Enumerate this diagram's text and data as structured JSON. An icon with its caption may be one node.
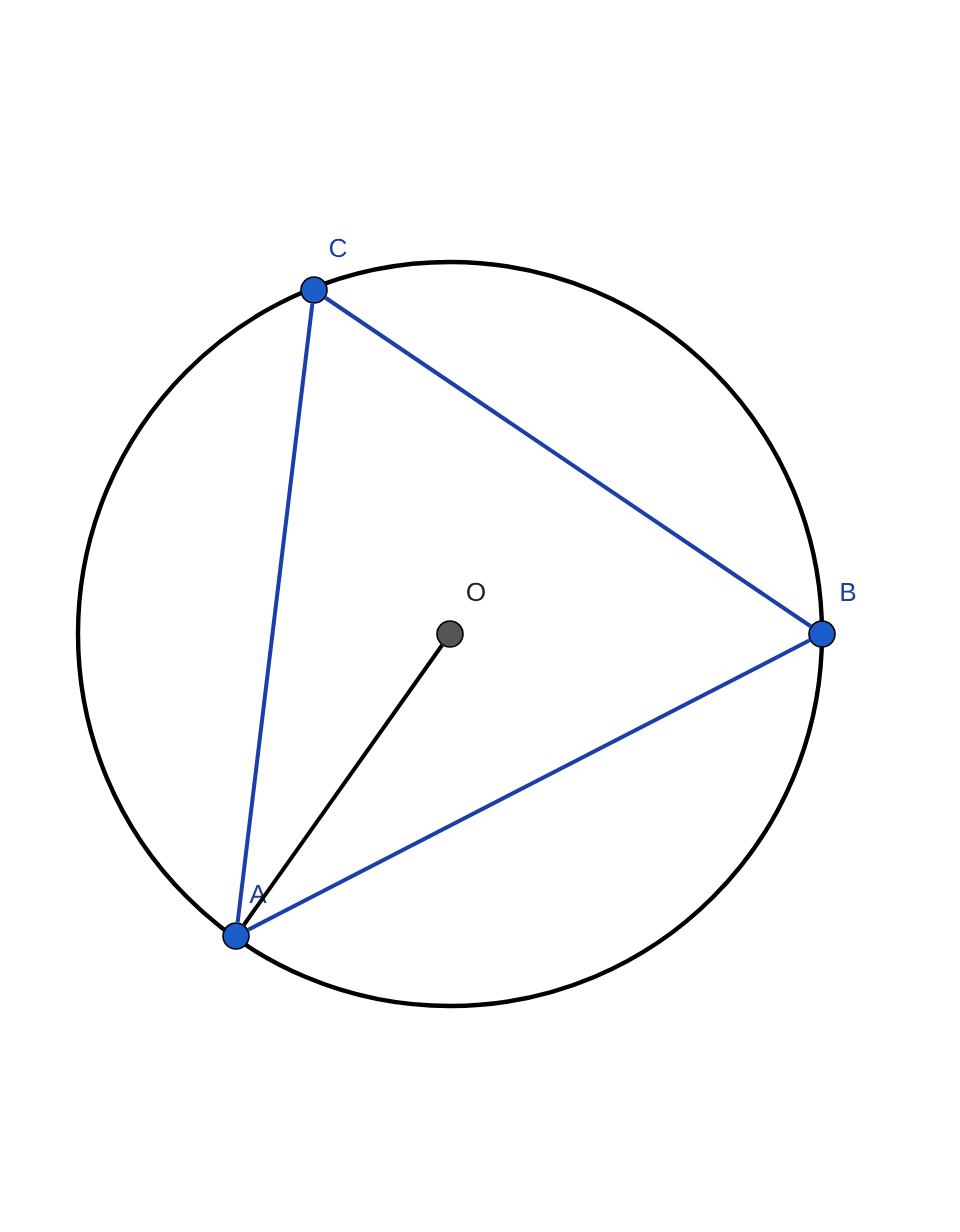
{
  "diagram": {
    "nodes": [
      {
        "text": [],
        "shape": "circle",
        "beside": [
          "C"
        ]
      },
      {
        "text": [],
        "shape": "circle",
        "beside": [
          "O"
        ]
      },
      {
        "text": [],
        "shape": "circle",
        "beside": [
          "B"
        ]
      },
      {
        "text": [],
        "shape": "circle",
        "beside": [
          "A"
        ]
      }
    ],
    "edges": [
      {
        "from": 0,
        "to": 2,
        "arrow": "none"
      },
      {
        "from": 0,
        "to": 3,
        "arrow": "none"
      },
      {
        "from": 3,
        "to": 2,
        "arrow": "none"
      },
      {
        "from": 1,
        "to": 3,
        "arrow": "none",
        "color": "#000000"
      }
    ]
  }
}
